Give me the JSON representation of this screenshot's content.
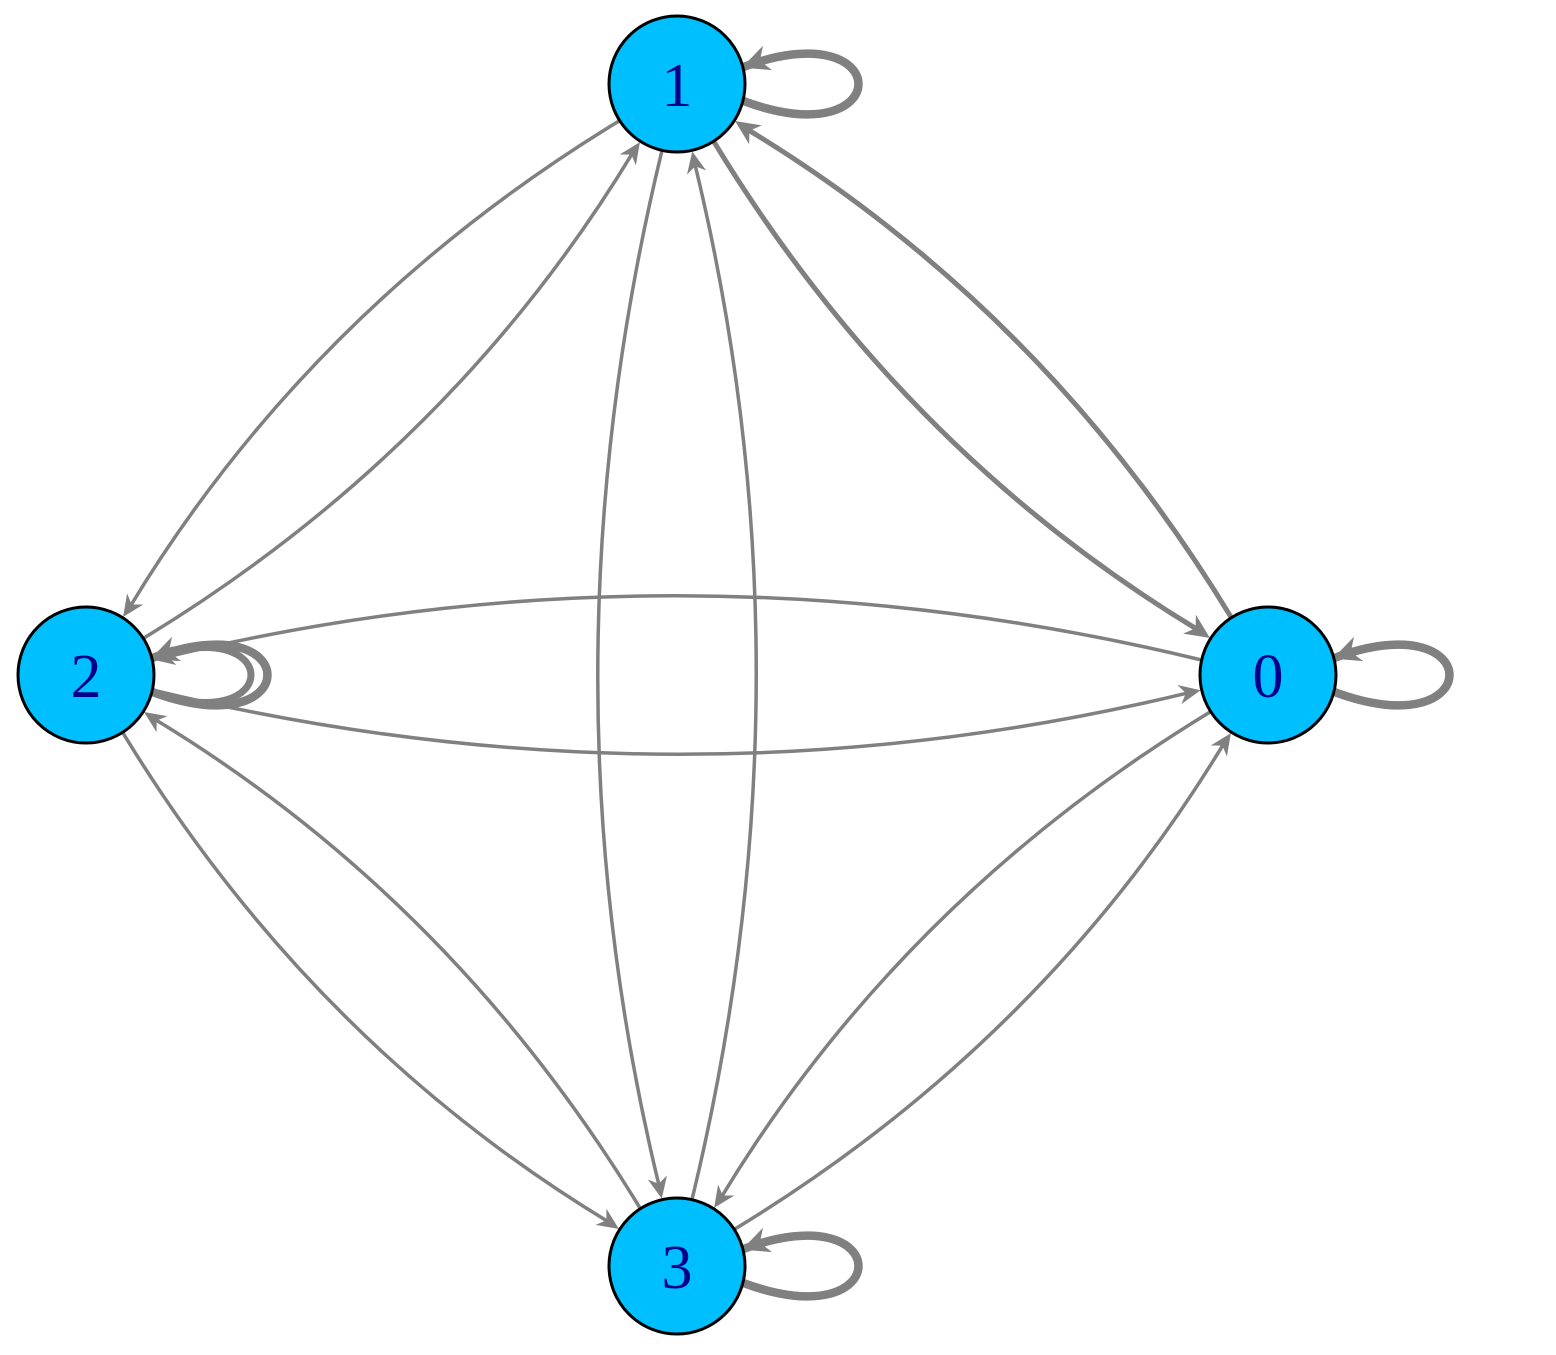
{
  "graph": {
    "colors": {
      "node_fill": "#00BFFF",
      "node_label": "#00008B",
      "edge": "#808080",
      "background": "#FFFFFF"
    },
    "nodes": [
      {
        "id": "0",
        "label": "0"
      },
      {
        "id": "1",
        "label": "1"
      },
      {
        "id": "2",
        "label": "2"
      },
      {
        "id": "3",
        "label": "3"
      }
    ],
    "edges": [
      {
        "source": "0",
        "target": "0",
        "weight": 3
      },
      {
        "source": "1",
        "target": "1",
        "weight": 3
      },
      {
        "source": "2",
        "target": "2",
        "weight": 3
      },
      {
        "source": "2",
        "target": "2",
        "weight": 2
      },
      {
        "source": "3",
        "target": "3",
        "weight": 3
      },
      {
        "source": "1",
        "target": "0",
        "weight": 2
      },
      {
        "source": "0",
        "target": "1",
        "weight": 2
      },
      {
        "source": "1",
        "target": "2",
        "weight": 1
      },
      {
        "source": "2",
        "target": "1",
        "weight": 1
      },
      {
        "source": "1",
        "target": "3",
        "weight": 1
      },
      {
        "source": "3",
        "target": "1",
        "weight": 1
      },
      {
        "source": "2",
        "target": "0",
        "weight": 1
      },
      {
        "source": "0",
        "target": "2",
        "weight": 1
      },
      {
        "source": "2",
        "target": "3",
        "weight": 1
      },
      {
        "source": "3",
        "target": "2",
        "weight": 1
      },
      {
        "source": "0",
        "target": "3",
        "weight": 1
      },
      {
        "source": "3",
        "target": "0",
        "weight": 1
      }
    ]
  }
}
